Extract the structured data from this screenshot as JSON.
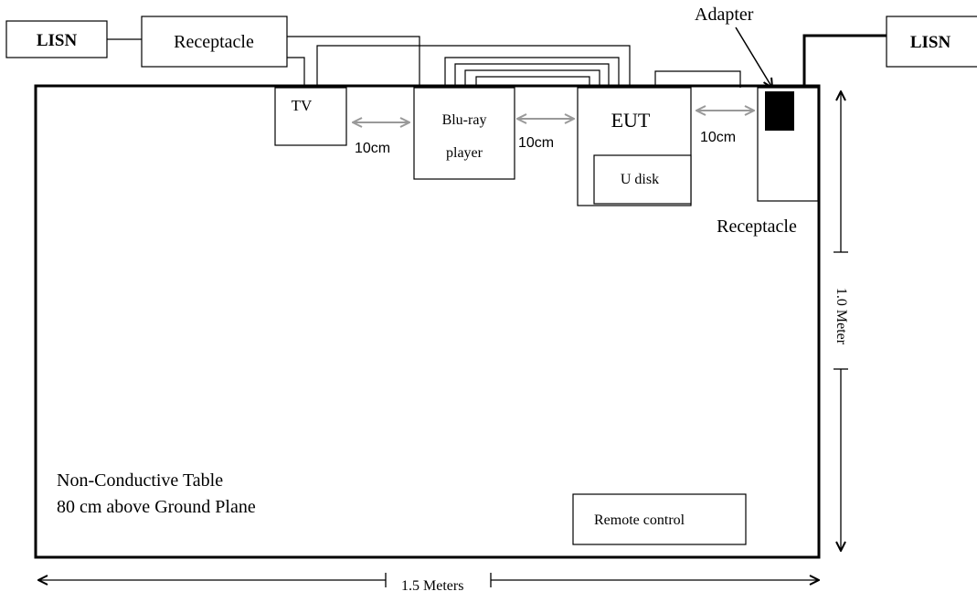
{
  "diagram": {
    "lisn_left": "LISN",
    "lisn_right": "LISN",
    "receptacle_top": "Receptacle",
    "adapter": "Adapter",
    "tv": "TV",
    "bluray_line1": "Blu-ray",
    "bluray_line2": "player",
    "eut": "EUT",
    "udisk": "U disk",
    "receptacle_right": "Receptacle",
    "spacing_tv_bluray": "10cm",
    "spacing_bluray_eut": "10cm",
    "spacing_eut_receptacle": "10cm",
    "table_line1": "Non-Conductive Table",
    "table_line2": "80 cm above Ground Plane",
    "remote_control": "Remote control",
    "width_dimension": "1.5 Meters",
    "height_dimension": "1.0 Meter",
    "colors": {
      "line": "#000000",
      "spacing_arrow": "#999999",
      "adapter_fill": "#000000"
    }
  }
}
